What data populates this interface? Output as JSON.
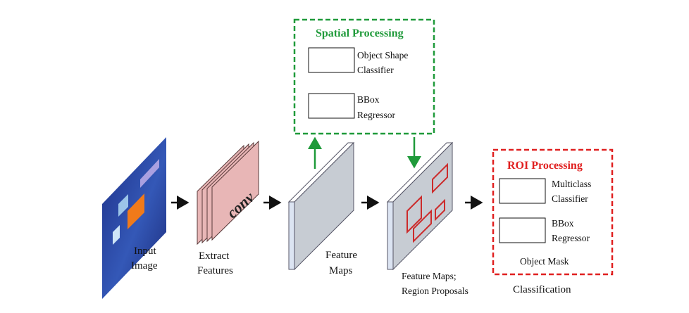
{
  "input": {
    "line1": "Input",
    "line2": "Image"
  },
  "extract": {
    "conv": "conv",
    "line1": "Extract",
    "line2": "Features"
  },
  "feature_maps": {
    "line1": "Feature",
    "line2": "Maps"
  },
  "proposals": {
    "line1": "Feature Maps;",
    "line2": "Region Proposals"
  },
  "spatial": {
    "title": "Spatial Processing",
    "shape": {
      "line1": "Object Shape",
      "line2": "Classifier"
    },
    "bbox": {
      "line1": "BBox",
      "line2": "Regressor"
    }
  },
  "roi": {
    "title": "ROI  Processing",
    "multiclass": {
      "line1": "Multiclass",
      "line2": "Classifier"
    },
    "bbox": {
      "line1": "BBox",
      "line2": "Regressor"
    },
    "mask": "Object Mask"
  },
  "classification": "Classification",
  "colors": {
    "spatial_border": "#1f9a3a",
    "roi_border": "#e02020",
    "conv_fill": "#e8b6b6",
    "map_fill": "#c7ccd3",
    "map_side": "#dce4f2",
    "proposal_box": "#cc2b2b"
  }
}
